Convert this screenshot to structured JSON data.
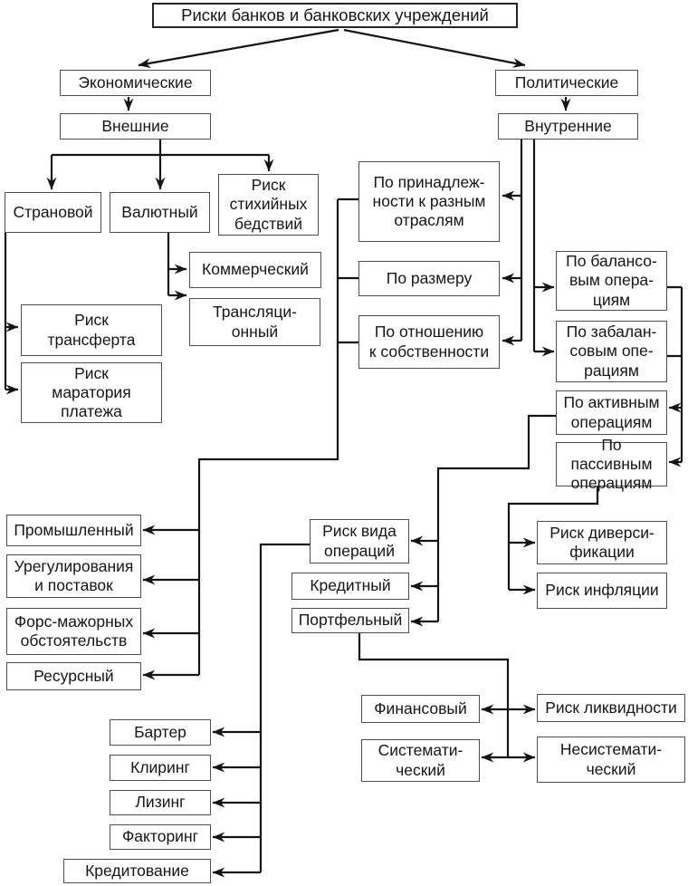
{
  "diagram": {
    "colors": {
      "background": "#ffffff",
      "line": "#141414",
      "box_border": "#4f4f4f",
      "text": "#161616"
    },
    "nodes": {
      "root": {
        "label": "Риски банков и банковских учреждений"
      },
      "economic": {
        "label": "Экономические"
      },
      "political": {
        "label": "Политические"
      },
      "external": {
        "label": "Внешние"
      },
      "internal": {
        "label": "Внутренние"
      },
      "country": {
        "label": "Страновой"
      },
      "currency": {
        "label": "Валютный"
      },
      "disaster": {
        "label": "Риск\nстихийных\nбедствий"
      },
      "commercial": {
        "label": "Коммерческий"
      },
      "translation": {
        "label": "Трансляци-\nонный"
      },
      "transfer": {
        "label": "Риск\nтрансферта"
      },
      "moratorium": {
        "label": "Риск\nмаратория\nплатежа"
      },
      "industry_affiliation": {
        "label": "По принадлеж-\nности к разным\nотраслям"
      },
      "by_size": {
        "label": "По размеру"
      },
      "by_ownership": {
        "label": "По отношению\nк собственности"
      },
      "balance_ops": {
        "label": "По балансо-\nвым опера-\nциям"
      },
      "off_balance_ops": {
        "label": "По забалан-\nсовым опе-\nрациям"
      },
      "active_ops": {
        "label": "По активным\nоперациям"
      },
      "passive_ops": {
        "label": "По пассивным\nоперациям"
      },
      "industrial": {
        "label": "Промышленный"
      },
      "settlement": {
        "label": "Урегулирования\nи поставок"
      },
      "force_majeure": {
        "label": "Форс-мажорных\nобстоятельств"
      },
      "resource": {
        "label": "Ресурсный"
      },
      "operation_type": {
        "label": "Риск вида\nопераций"
      },
      "credit": {
        "label": "Кредитный"
      },
      "portfolio": {
        "label": "Портфельный"
      },
      "diversification": {
        "label": "Риск диверси-\nфикации"
      },
      "inflation": {
        "label": "Риск инфляции"
      },
      "financial": {
        "label": "Финансовый"
      },
      "liquidity": {
        "label": "Риск ликвидности"
      },
      "systematic": {
        "label": "Системати-\nческий"
      },
      "nonsystematic": {
        "label": "Несистемати-\nческий"
      },
      "barter": {
        "label": "Бартер"
      },
      "clearing": {
        "label": "Клиринг"
      },
      "leasing": {
        "label": "Лизинг"
      },
      "factoring": {
        "label": "Факторинг"
      },
      "crediting": {
        "label": "Кредитование"
      }
    }
  }
}
